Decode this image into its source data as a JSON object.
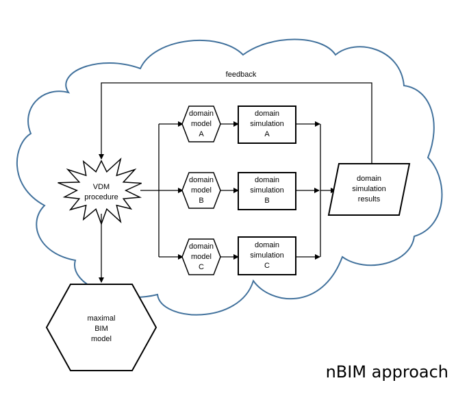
{
  "diagram": {
    "title": "nBIM approach",
    "feedback_label": "feedback",
    "vdm": {
      "line1": "VDM",
      "line2": "procedure"
    },
    "bim": {
      "line1": "maximal",
      "line2": "BIM",
      "line3": "model"
    },
    "results": {
      "line1": "domain",
      "line2": "simulation",
      "line3": "results"
    },
    "rows": [
      {
        "model": [
          "domain",
          "model",
          "A"
        ],
        "sim": [
          "domain",
          "simulation",
          "A"
        ]
      },
      {
        "model": [
          "domain",
          "model",
          "B"
        ],
        "sim": [
          "domain",
          "simulation",
          "B"
        ]
      },
      {
        "model": [
          "domain",
          "model",
          "C"
        ],
        "sim": [
          "domain",
          "simulation",
          "C"
        ]
      }
    ],
    "colors": {
      "cloud": "#41719c",
      "line": "#000000",
      "background": "#ffffff"
    }
  }
}
